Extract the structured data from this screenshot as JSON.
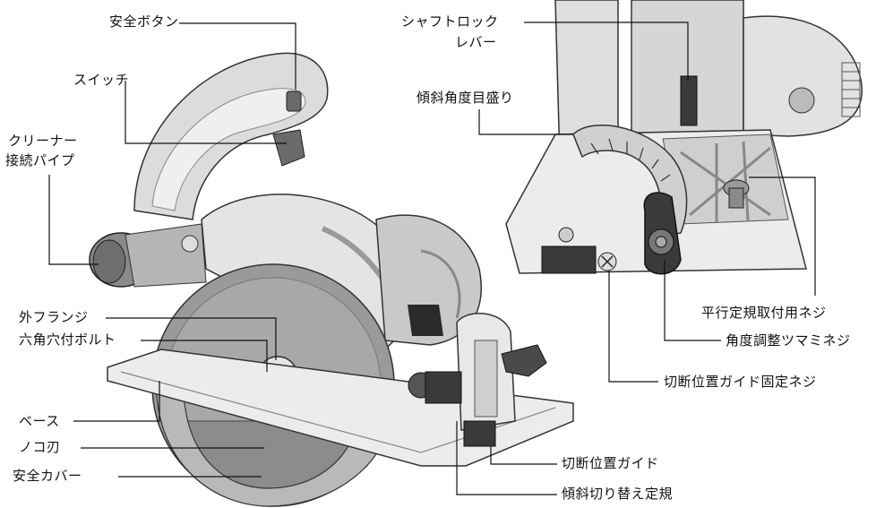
{
  "labels": {
    "safety_button": "安全ボタン",
    "switch": "スイッチ",
    "cleaner_pipe_1": "クリーナー",
    "cleaner_pipe_2": "接続パイプ",
    "outer_flange": "外フランジ",
    "hex_bolt": "六角穴付ボルト",
    "base": "ベース",
    "saw_blade": "ノコ刃",
    "safety_cover": "安全カバー",
    "shaft_lock_1": "シャフトロック",
    "shaft_lock_2": "レバー",
    "bevel_scale": "傾斜角度目盛り",
    "parallel_guide_screw": "平行定規取付用ネジ",
    "angle_knob": "角度調整ツマミネジ",
    "guide_fix_screw": "切断位置ガイド固定ネジ",
    "cut_guide": "切断位置ガイド",
    "bevel_switch_guide": "傾斜切り替え定規"
  },
  "colors": {
    "line": "#111111",
    "body_light": "#dcdcdc",
    "body_mid": "#b5b5b5",
    "body_dark": "#6a6a6a",
    "blade": "#9a9a9a",
    "black": "#1a1a1a"
  }
}
